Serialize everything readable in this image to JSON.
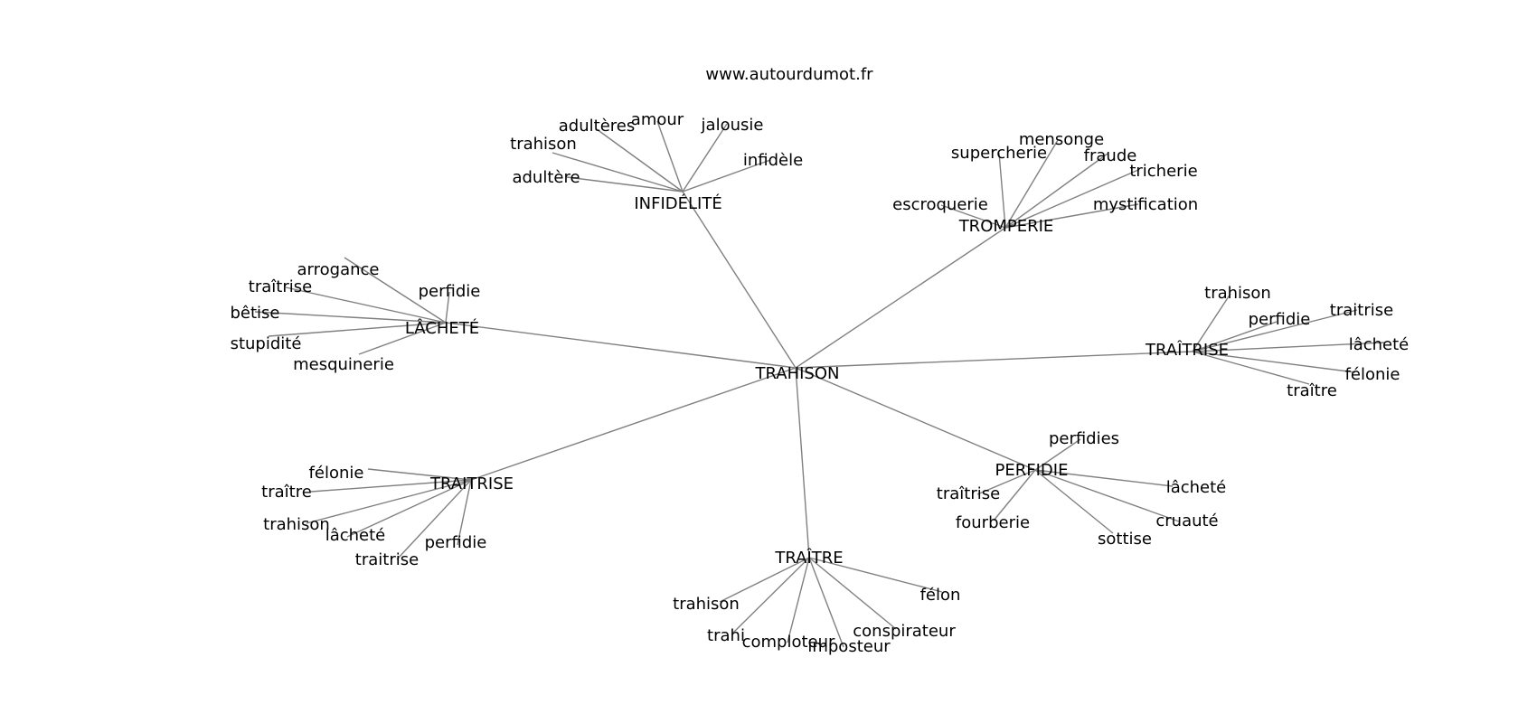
{
  "site_url": "www.autourdumot.fr",
  "colors": {
    "edge": "#808080",
    "text": "#000000",
    "background": "#ffffff"
  },
  "root": "TRAHISON",
  "clusters": [
    {
      "hub": "INFIDÉLITÉ",
      "leaves": [
        "adultère",
        "trahison",
        "adultères",
        "amour",
        "jalousie",
        "infidèle"
      ]
    },
    {
      "hub": "TROMPERIE",
      "leaves": [
        "escroquerie",
        "supercherie",
        "mensonge",
        "fraude",
        "tricherie",
        "mystification"
      ]
    },
    {
      "hub": "LÂCHETÉ",
      "leaves": [
        "arrogance",
        "traîtrise",
        "bêtise",
        "stupidité",
        "mesquinerie",
        "perfidie"
      ]
    },
    {
      "hub": "TRAÎTRISE",
      "leaves": [
        "trahison",
        "perfidie",
        "traitrise",
        "lâcheté",
        "félonie",
        "traître"
      ]
    },
    {
      "hub": "TRAITRISE",
      "leaves": [
        "félonie",
        "traître",
        "trahison",
        "lâcheté",
        "traitrise",
        "perfidie"
      ]
    },
    {
      "hub": "PERFIDIE",
      "leaves": [
        "perfidies",
        "traîtrise",
        "fourberie",
        "sottise",
        "cruauté",
        "lâcheté"
      ]
    },
    {
      "hub": "TRAÎTRE",
      "leaves": [
        "trahison",
        "trahi",
        "comploteur",
        "imposteur",
        "conspirateur",
        "félon"
      ]
    }
  ]
}
